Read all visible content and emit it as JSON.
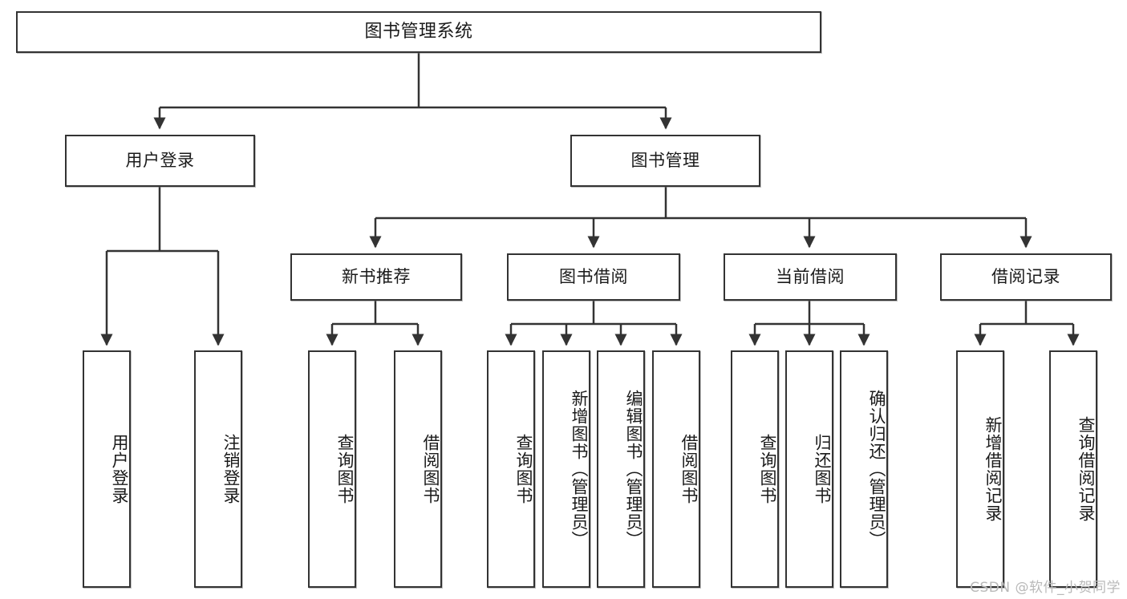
{
  "diagram": {
    "title": "图书管理系统",
    "type": "hierarchy-tree",
    "watermark": "CSDN @软件_小贺同学",
    "colors": {
      "stroke": "#333333",
      "fill": "#ffffff",
      "text": "#1a1a1a",
      "watermark": "#b9b9b9"
    },
    "levels": {
      "root": "图书管理系统",
      "level2": [
        "用户登录",
        "图书管理"
      ],
      "level3": [
        "新书推荐",
        "图书借阅",
        "当前借阅",
        "借阅记录"
      ]
    }
  },
  "nodes": {
    "root": {
      "label": "图书管理系统"
    },
    "user_login": {
      "label": "用户登录"
    },
    "book_manage": {
      "label": "图书管理"
    },
    "new_book_rec": {
      "label": "新书推荐"
    },
    "book_borrow": {
      "label": "图书借阅"
    },
    "current_borrow": {
      "label": "当前借阅"
    },
    "borrow_record": {
      "label": "借阅记录"
    },
    "leaf_user_login": {
      "label": "用户登录"
    },
    "leaf_user_logout": {
      "label": "注销登录"
    },
    "leaf_rec_query": {
      "label": "查询图书"
    },
    "leaf_rec_borrow": {
      "label": "借阅图书"
    },
    "leaf_borrow_query": {
      "label": "查询图书"
    },
    "leaf_borrow_add": {
      "label": "新增图书（管理员）"
    },
    "leaf_borrow_edit": {
      "label": "编辑图书（管理员）"
    },
    "leaf_borrow_lend": {
      "label": "借阅图书"
    },
    "leaf_cur_query": {
      "label": "查询图书"
    },
    "leaf_cur_return": {
      "label": "归还图书"
    },
    "leaf_cur_confirm": {
      "label": "确认归还（管理员）"
    },
    "leaf_rec_add": {
      "label": "新增借阅记录"
    },
    "leaf_rec_query2": {
      "label": "查询借阅记录"
    }
  },
  "tree": {
    "label": "图书管理系统",
    "children": [
      {
        "label": "用户登录",
        "children": [
          {
            "label": "用户登录"
          },
          {
            "label": "注销登录"
          }
        ]
      },
      {
        "label": "图书管理",
        "children": [
          {
            "label": "新书推荐",
            "children": [
              {
                "label": "查询图书"
              },
              {
                "label": "借阅图书"
              }
            ]
          },
          {
            "label": "图书借阅",
            "children": [
              {
                "label": "查询图书"
              },
              {
                "label": "新增图书（管理员）"
              },
              {
                "label": "编辑图书（管理员）"
              },
              {
                "label": "借阅图书"
              }
            ]
          },
          {
            "label": "当前借阅",
            "children": [
              {
                "label": "查询图书"
              },
              {
                "label": "归还图书"
              },
              {
                "label": "确认归还（管理员）"
              }
            ]
          },
          {
            "label": "借阅记录",
            "children": [
              {
                "label": "新增借阅记录"
              },
              {
                "label": "查询借阅记录"
              }
            ]
          }
        ]
      }
    ]
  }
}
